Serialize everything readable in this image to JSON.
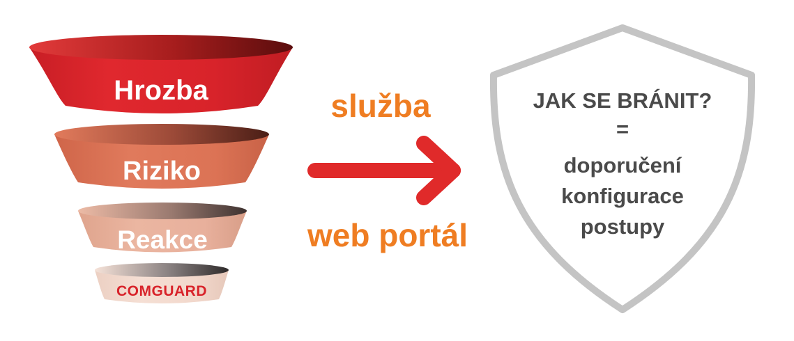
{
  "funnel": {
    "levels": [
      {
        "label": "Hrozba"
      },
      {
        "label": "Riziko"
      },
      {
        "label": "Reakce"
      },
      {
        "label": "COMGUARD"
      }
    ]
  },
  "middle": {
    "top_label": "služba",
    "bottom_label": "web portál"
  },
  "shield": {
    "lines": [
      "JAK SE BRÁNIT?",
      "=",
      "doporučení",
      "konfigurace",
      "postupy"
    ]
  },
  "colors": {
    "hrozba": "#d8232a",
    "riziko": "#de7358",
    "reakce": "#e8b09c",
    "comguard": "#f2d8cc",
    "comguard_text": "#d8232a",
    "arrow": "#e02a2a",
    "middle_text": "#ef7d22",
    "shield_border": "#c4c4c4",
    "shield_text": "#4a4a4a"
  }
}
